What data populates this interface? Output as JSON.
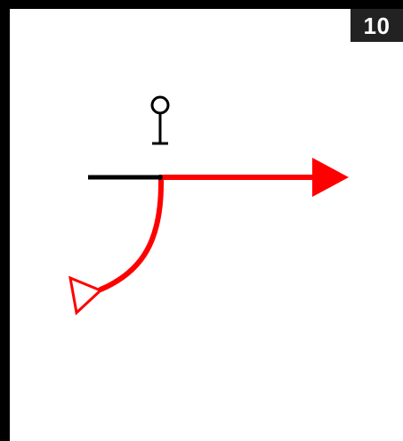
{
  "panel": {
    "number_label": "10"
  },
  "colors": {
    "frame": "#000000",
    "badge_background": "#222222",
    "badge_text": "#ffffff",
    "track_black": "#000000",
    "track_red": "#ff0000"
  },
  "diagram": {
    "elements": [
      "signal-icon",
      "black-track-segment",
      "red-straight-route-with-arrowhead",
      "red-diverging-curve-with-open-triangle"
    ]
  }
}
